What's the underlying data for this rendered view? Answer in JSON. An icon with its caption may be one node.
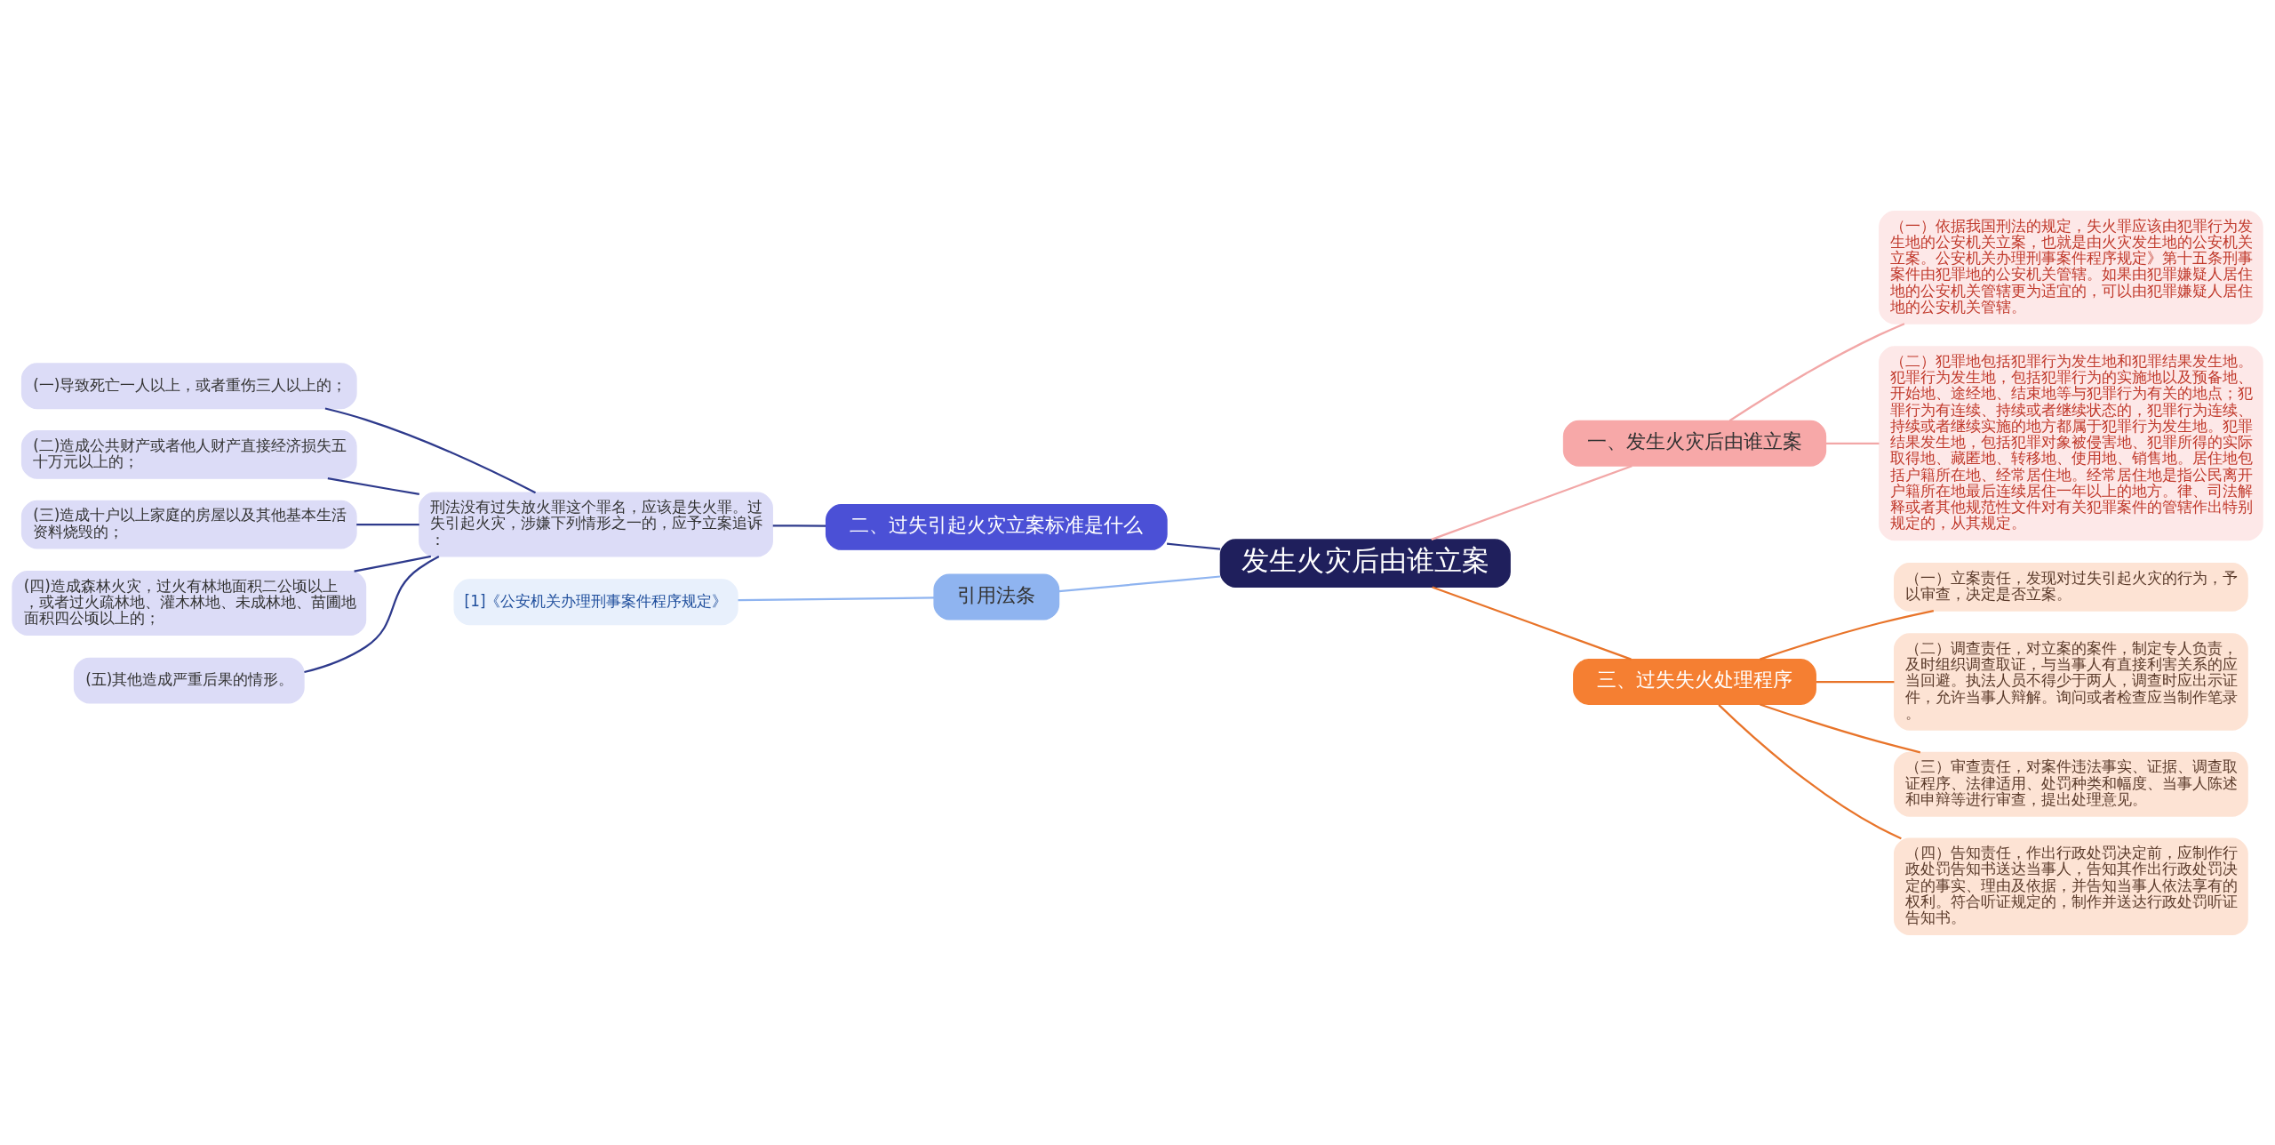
{
  "diagram": {
    "nodes": [
      {
        "text": [
          "发生火灾后由谁立案"
        ]
      },
      {
        "text": [
          "一、发生火灾后由谁立案"
        ]
      },
      {
        "text": [
          "（一）依据我国刑法的规定，失火罪应该由犯罪行为发生地的公安机关立案，也就是由火灾发生地的公安机关立案。公安机关办理刑事案件程序规定》第十五条刑事案件由犯罪地的公安机关管辖。如果由犯罪嫌疑人居住地的公安机关管辖更为适宜的，可以由犯罪嫌疑人居住地的公安机关管辖。"
        ]
      },
      {
        "text": [
          "（二）犯罪地包括犯罪行为发生地和犯罪结果发生地。犯罪行为发生地，包括犯罪行为的实施地以及预备地、开始地、途经地、结束地等与犯罪行为有关的地点；犯罪行为有连续、持续或者继续状态的，犯罪行为连续、持续或者继续实施的地方都属于犯罪行为发生地。犯罪结果发生地，包括犯罪对象被侵害地、犯罪所得的实际取得地、藏匿地、转移地、使用地、销售地。居住地包括户籍所在地、经常居住地。经常居住地是指公民离开户籍所在地最后连续居住一年以上的地方。律、司法解释或者其他规范性文件对有关犯罪案件的管辖作出特别规定的，从其规定。"
        ]
      },
      {
        "text": [
          "三、过失失火处理程序"
        ]
      },
      {
        "text": [
          "（一）立案责任，发现对过失引起火灾的行为，予以审查，决定是否立案。"
        ]
      },
      {
        "text": [
          "（二）调查责任，对立案的案件，制定专人负责，及时组织调查取证，与当事人有直接利害关系的应当回避。执法人员不得少于两人，调查时应出示证件，允许当事人辩解。询问或者检查应当制作笔录。"
        ]
      },
      {
        "text": [
          "（三）审查责任，对案件违法事实、证据、调查取证程序、法律适用、处罚种类和幅度、当事人陈述和申辩等进行审查，提出处理意见。"
        ]
      },
      {
        "text": [
          "（四）告知责任，作出行政处罚决定前，应制作行政处罚告知书送达当事人，告知其作出行政处罚决定的事实、理由及依据，并告知当事人依法享有的权利。符合听证规定的，制作并送达行政处罚听证告知书。"
        ]
      },
      {
        "text": [
          "二、过失引起火灾立案标准是什么"
        ]
      },
      {
        "text": [
          "刑法没有过失放火罪这个罪名，应该是失火罪。过失引起火灾，涉嫌下列情形之一的，应予立案追诉："
        ]
      },
      {
        "text": [
          "(一)导致死亡一人以上，或者重伤三人以上的；"
        ]
      },
      {
        "text": [
          "(二)造成公共财产或者他人财产直接经济损失五十万元以上的；"
        ]
      },
      {
        "text": [
          "(三)造成十户以上家庭的房屋以及其他基本生活资料烧毁的；"
        ]
      },
      {
        "text": [
          "(四)造成森林火灾，过火有林地面积二公顷以上，或者过火疏林地、灌木林地、未成林地、苗圃地面积四公顷以上的；"
        ]
      },
      {
        "text": [
          "(五)其他造成严重后果的情形。"
        ]
      },
      {
        "text": [
          "引用法条"
        ]
      },
      {
        "text": [
          "[1]《公安机关办理刑事案件程序规定》"
        ]
      }
    ],
    "edges": [
      {
        "from": 0,
        "to": 1,
        "arrow": "none",
        "color": "#f2a7a7"
      },
      {
        "from": 1,
        "to": 2,
        "arrow": "none",
        "color": "#f2a7a7"
      },
      {
        "from": 1,
        "to": 3,
        "arrow": "none",
        "color": "#f2a7a7"
      },
      {
        "from": 0,
        "to": 4,
        "arrow": "none",
        "color": "#e8742a"
      },
      {
        "from": 4,
        "to": 5,
        "arrow": "none",
        "color": "#e8742a"
      },
      {
        "from": 4,
        "to": 6,
        "arrow": "none",
        "color": "#e8742a"
      },
      {
        "from": 4,
        "to": 7,
        "arrow": "none",
        "color": "#e8742a"
      },
      {
        "from": 4,
        "to": 8,
        "arrow": "none",
        "color": "#e8742a"
      },
      {
        "from": 0,
        "to": 9,
        "arrow": "none"
      },
      {
        "from": 9,
        "to": 10,
        "arrow": "none"
      },
      {
        "from": 10,
        "to": 11,
        "arrow": "none"
      },
      {
        "from": 10,
        "to": 12,
        "arrow": "none"
      },
      {
        "from": 10,
        "to": 13,
        "arrow": "none"
      },
      {
        "from": 10,
        "to": 14,
        "arrow": "none"
      },
      {
        "from": 10,
        "to": 15,
        "arrow": "none"
      },
      {
        "from": 0,
        "to": 16,
        "arrow": "none",
        "color": "#8fb4f0"
      },
      {
        "from": 16,
        "to": 17,
        "arrow": "none",
        "color": "#8fb4f0"
      }
    ]
  }
}
